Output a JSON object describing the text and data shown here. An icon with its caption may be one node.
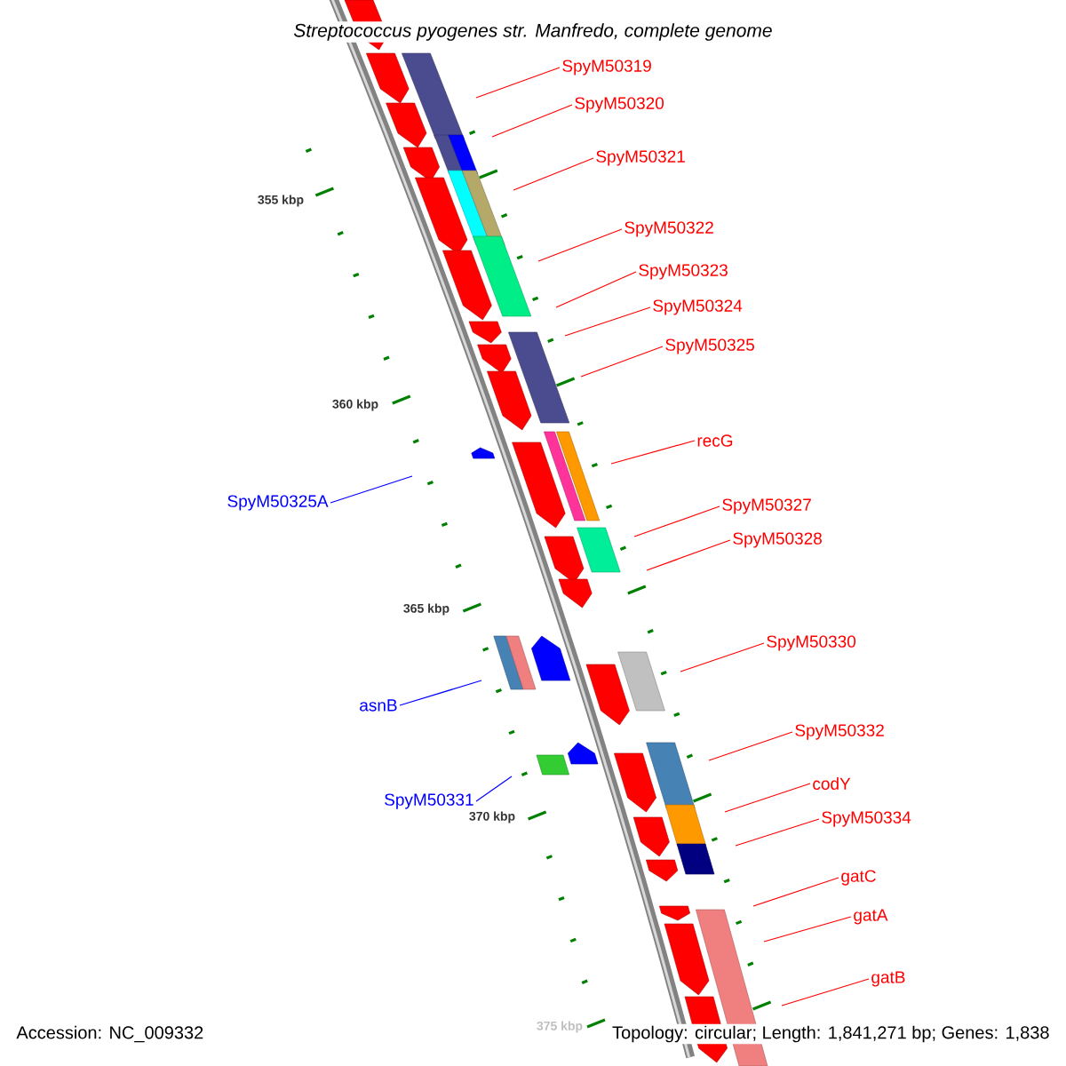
{
  "diagram": {
    "title": "Streptococcus pyogenes str. Manfredo, complete genome",
    "nodes": [
      {
        "text": [
          "SpyM50319"
        ]
      },
      {
        "text": [
          "SpyM50320"
        ]
      },
      {
        "text": [
          "SpyM50321"
        ]
      },
      {
        "text": [
          "SpyM50322"
        ]
      },
      {
        "text": [
          "SpyM50323"
        ]
      },
      {
        "text": [
          "SpyM50324"
        ]
      },
      {
        "text": [
          "SpyM50325"
        ]
      },
      {
        "text": [
          "recG"
        ]
      },
      {
        "text": [
          "SpyM50325A"
        ]
      },
      {
        "text": [
          "SpyM50327"
        ]
      },
      {
        "text": [
          "SpyM50328"
        ]
      },
      {
        "text": [
          "SpyM50330"
        ]
      },
      {
        "text": [
          "asnB"
        ]
      },
      {
        "text": [
          "SpyM50332"
        ]
      },
      {
        "text": [
          "codY"
        ]
      },
      {
        "text": [
          "SpyM50331"
        ]
      },
      {
        "text": [
          "SpyM50334"
        ]
      },
      {
        "text": [
          "gatC"
        ]
      },
      {
        "text": [
          "gatA"
        ]
      },
      {
        "text": [
          "gatB"
        ]
      }
    ],
    "edges": [
      {
        "from": 0,
        "to": null,
        "arrow": "none"
      },
      {
        "from": 1,
        "to": null,
        "arrow": "none"
      },
      {
        "from": 2,
        "to": null,
        "arrow": "none"
      },
      {
        "from": 3,
        "to": null,
        "arrow": "none"
      },
      {
        "from": 4,
        "to": null,
        "arrow": "none"
      },
      {
        "from": 5,
        "to": null,
        "arrow": "none"
      },
      {
        "from": 6,
        "to": null,
        "arrow": "none"
      },
      {
        "from": 7,
        "to": null,
        "arrow": "none"
      },
      {
        "from": 8,
        "to": null,
        "arrow": "none",
        "color": "#0000ff"
      },
      {
        "from": 9,
        "to": null,
        "arrow": "none"
      },
      {
        "from": 10,
        "to": null,
        "arrow": "none"
      },
      {
        "from": 11,
        "to": null,
        "arrow": "none"
      },
      {
        "from": 12,
        "to": null,
        "arrow": "none",
        "color": "#0000ff"
      },
      {
        "from": 13,
        "to": null,
        "arrow": "none"
      },
      {
        "from": 14,
        "to": null,
        "arrow": "none"
      },
      {
        "from": 15,
        "to": null,
        "arrow": "none",
        "color": "#0000ff"
      },
      {
        "from": 16,
        "to": null,
        "arrow": "none"
      },
      {
        "from": 17,
        "to": null,
        "arrow": "none"
      },
      {
        "from": 18,
        "to": null,
        "arrow": "none"
      },
      {
        "from": 19,
        "to": null,
        "arrow": "none"
      }
    ],
    "labels": [
      "355 kbp",
      "360 kbp",
      "365 kbp",
      "370 kbp",
      "375 kbp",
      "Accession: NC_009332",
      "Topology: circular; Length: 1,841,271 bp; Genes: 1,838"
    ]
  }
}
